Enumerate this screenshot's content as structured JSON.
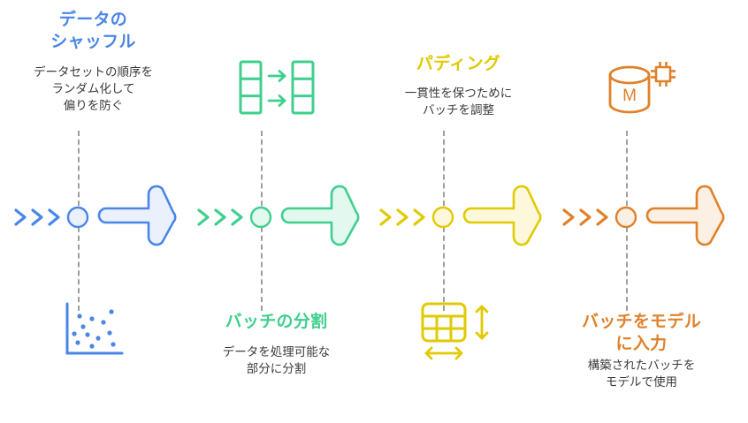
{
  "page": {
    "background": "#ffffff",
    "type": "process-flow-diagram",
    "language": "ja"
  },
  "palette": {
    "blue_stroke": "#4a86e8",
    "blue_fill": "#eaf1fc",
    "green_stroke": "#3fcf8e",
    "green_fill": "#e3f8ee",
    "yellow_stroke": "#e0ca00",
    "yellow_fill": "#fdf8dc",
    "orange_stroke": "#e0812a",
    "orange_fill": "#fcefe3",
    "dash_line": "#9e9e9e",
    "body_text": "#3c3c3c"
  },
  "steps": [
    {
      "id": "shuffle",
      "title": "データの\nシャッフル",
      "title_line1": "データの",
      "title_line2": "シャッフル",
      "description": "データセットの順序を\nランダム化して\n偏りを防ぐ",
      "desc_line1": "データセットの順序を",
      "desc_line2": "ランダム化して",
      "desc_line3": "偏りを防ぐ",
      "color": "#4a86e8",
      "fill": "#eaf1fc",
      "text_position": "top",
      "icon_position": "bottom",
      "icon": "scatter-plot-icon",
      "chevron_count": 3
    },
    {
      "id": "batch-split",
      "title": "バッチの分割",
      "title_line1": "バッチの分割",
      "title_line2": "",
      "description": "データを処理可能な\n部分に分割",
      "desc_line1": "データを処理可能な",
      "desc_line2": "部分に分割",
      "desc_line3": "",
      "color": "#3fcf8e",
      "fill": "#e3f8ee",
      "text_position": "bottom",
      "icon_position": "top",
      "icon": "split-columns-icon",
      "chevron_count": 3
    },
    {
      "id": "padding",
      "title": "パディング",
      "title_line1": "パディング",
      "title_line2": "",
      "description": "一貫性を保つために\nバッチを調整",
      "desc_line1": "一貫性を保つために",
      "desc_line2": "バッチを調整",
      "desc_line3": "",
      "color": "#e0ca00",
      "fill": "#fdf8dc",
      "text_position": "top",
      "icon_position": "bottom",
      "icon": "resize-table-icon",
      "chevron_count": 3
    },
    {
      "id": "feed-model",
      "title": "バッチをモデル\nに入力",
      "title_line1": "バッチをモデル",
      "title_line2": "に入力",
      "description": "構築されたバッチを\nモデルで使用",
      "desc_line1": "構築されたバッチを",
      "desc_line2": "モデルで使用",
      "desc_line3": "",
      "color": "#e0812a",
      "fill": "#fcefe3",
      "text_position": "bottom",
      "icon_position": "top",
      "icon": "database-chip-icon",
      "icon_label": "M",
      "chevron_count": 3
    }
  ]
}
